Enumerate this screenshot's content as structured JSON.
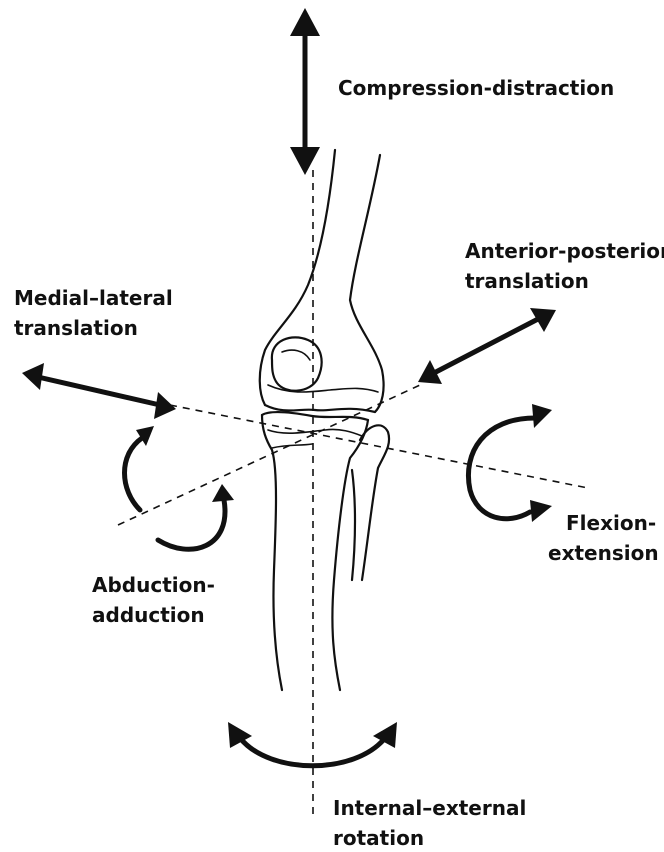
{
  "labels": {
    "compression_distraction": "Compression-distraction",
    "anterior_posterior_line1": "Anterior-posterior",
    "anterior_posterior_line2": "translation",
    "medial_lateral_line1": "Medial–lateral",
    "medial_lateral_line2": "translation",
    "flexion_line1": "Flexion-",
    "flexion_line2": "extension",
    "abduction_line1": "Abduction-",
    "abduction_line2": "adduction",
    "internal_external_line1": "Internal–external",
    "internal_external_line2": "rotation"
  },
  "colors": {
    "ink": "#111111",
    "background": "#ffffff"
  }
}
